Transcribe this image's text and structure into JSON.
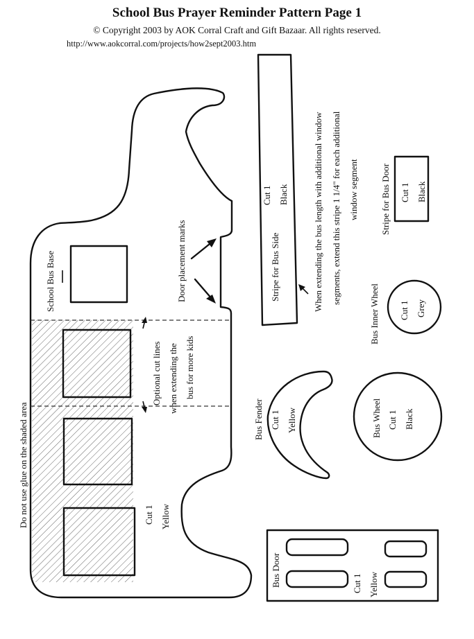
{
  "header": {
    "title": "School Bus Prayer Reminder Pattern Page 1",
    "copyright": "© Copyright 2003 by AOK Corral Craft and Gift Bazaar.  All rights reserved.",
    "url": "http://www.aokcorral.com/projects/how2sept2003.htm"
  },
  "bus_base": {
    "label": "School Bus Base",
    "cut": "Cut 1",
    "color": "Yellow",
    "no_glue_note": "Do not use glue on the shaded area",
    "door_marks": "Door placement marks",
    "optional_cut_1": "Optional cut lines",
    "optional_cut_2": "when extending the",
    "optional_cut_3": "bus for more kids"
  },
  "stripe_side": {
    "label": "Stripe for Bus Side",
    "cut": "Cut 1",
    "color": "Black",
    "note_1": "When extending the bus length with additional window",
    "note_2": "segments, extend this stripe 1 1/4\" for each additional",
    "note_3": "window segment"
  },
  "stripe_door": {
    "label": "Stripe for Bus Door",
    "cut": "Cut 1",
    "color": "Black"
  },
  "inner_wheel": {
    "label": "Bus Inner Wheel",
    "cut": "Cut 1",
    "color": "Grey"
  },
  "fender": {
    "label": "Bus Fender",
    "cut": "Cut 1",
    "color": "Yellow"
  },
  "wheel": {
    "label": "Bus Wheel",
    "cut": "Cut 1",
    "color": "Black"
  },
  "door": {
    "label": "Bus Door",
    "cut": "Cut 1",
    "color": "Yellow"
  }
}
